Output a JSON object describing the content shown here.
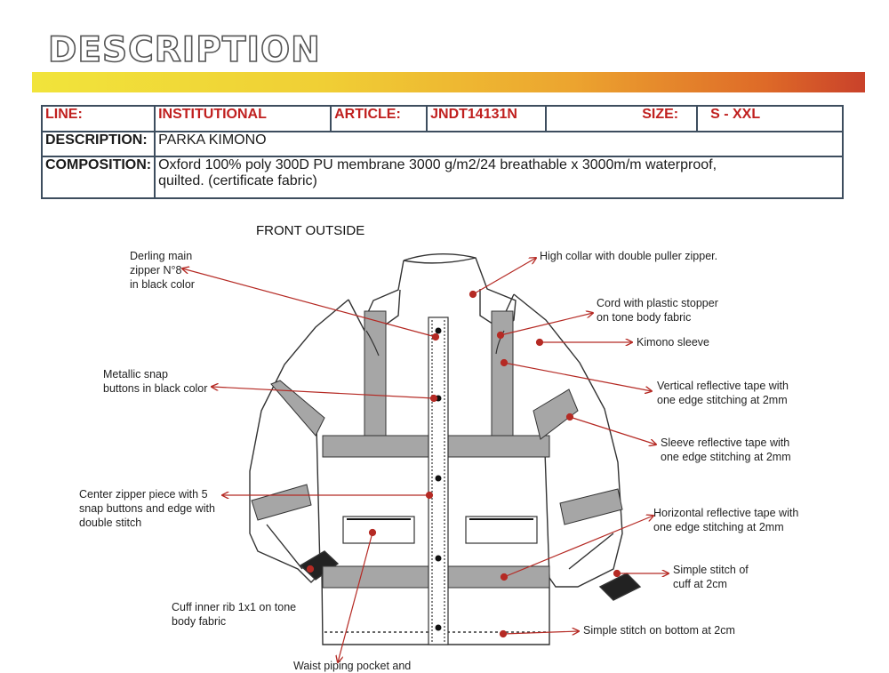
{
  "header": {
    "title": "DESCRIPTION"
  },
  "spec": {
    "line_label": "LINE:",
    "line_value": "INSTITUTIONAL",
    "article_label": "ARTICLE:",
    "article_value": "JNDT14131N",
    "size_label": "SIZE:",
    "size_value": "S - XXL",
    "description_label": "DESCRIPTION:",
    "description_value": "PARKA KIMONO",
    "composition_label": "COMPOSITION:",
    "composition_value": "Oxford 100% poly 300D PU membrane 3000 g/m2/24  breathable x 3000m/m waterproof, quilted. (certificate fabric)"
  },
  "drawing": {
    "view_title": "FRONT OUTSIDE",
    "callouts": {
      "main_zipper": "Derling main\nzipper N°8\nin black color",
      "snap_buttons": "Metallic snap\nbuttons in black color",
      "center_zipper_piece": "Center zipper piece with 5\nsnap buttons and edge with\ndouble stitch",
      "cuff_rib": "Cuff inner rib 1x1 on tone\nbody fabric",
      "waist_pocket": "Waist piping pocket and",
      "high_collar": "High collar with double puller zipper.",
      "cord_stopper": "Cord with plastic stopper\non tone body fabric",
      "kimono_sleeve": "Kimono sleeve",
      "vertical_tape": "Vertical reflective tape with\none edge stitching at 2mm",
      "sleeve_tape": "Sleeve reflective tape with\none edge stitching at 2mm",
      "horizontal_tape": "Horizontal reflective tape with\none edge stitching at 2mm",
      "cuff_stitch": "Simple stitch of\ncuff at 2cm",
      "bottom_stitch": "Simple stitch on bottom at 2cm"
    },
    "colors": {
      "tape": "#a6a6a6",
      "arrow": "#b52a24",
      "outline": "#333333"
    }
  }
}
